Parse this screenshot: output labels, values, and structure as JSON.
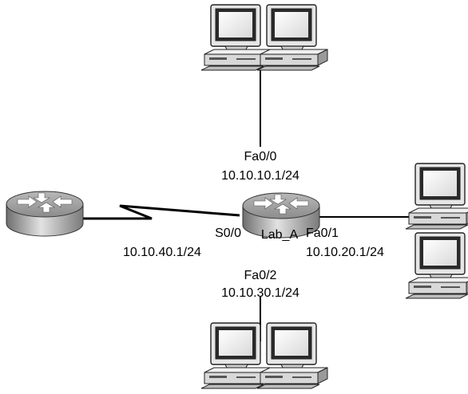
{
  "routers": {
    "center": {
      "name": "Lab_A"
    }
  },
  "interfaces": {
    "fa00": {
      "name": "Fa0/0",
      "ip": "10.10.10.1/24"
    },
    "fa01": {
      "name": "Fa0/1",
      "ip": "10.10.20.1/24"
    },
    "fa02": {
      "name": "Fa0/2",
      "ip": "10.10.30.1/24"
    },
    "s00": {
      "name": "S0/0",
      "ip": "10.10.40.1/24"
    }
  }
}
